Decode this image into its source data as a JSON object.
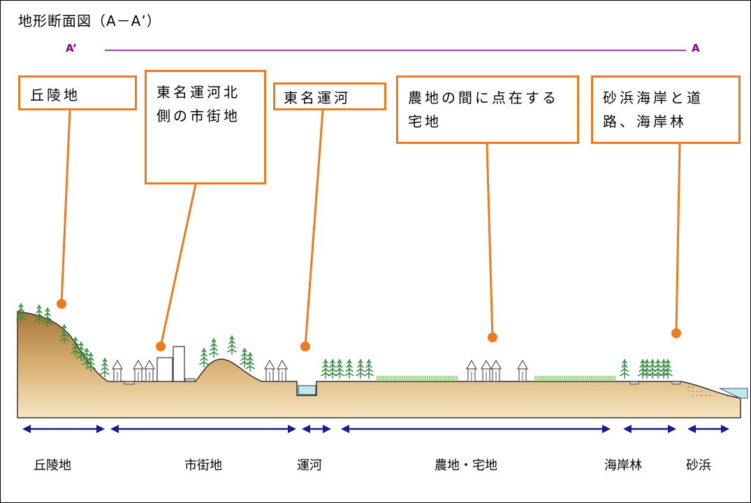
{
  "title": "地形断面図（A－A’）",
  "section_line": {
    "left_label": "A’",
    "right_label": "A",
    "color": "#800080"
  },
  "callouts": [
    {
      "id": "hills",
      "text": "丘陵地"
    },
    {
      "id": "north-city",
      "text": "東名運河北側の市街地"
    },
    {
      "id": "canal",
      "text": "東名運河"
    },
    {
      "id": "farm-houses",
      "text": "農地の間に点在する宅地"
    },
    {
      "id": "beach-road",
      "text": "砂浜海岸と道路、海岸林"
    }
  ],
  "categories": [
    "丘陵地",
    "市街地",
    "運河",
    "農地・宅地",
    "海岸林",
    "砂浜"
  ],
  "colors": {
    "callout_border": "#ee7a1c",
    "arrow": "#1a1a8c",
    "ground_top": "#a8763a",
    "ground_bottom": "#f2dcb0",
    "tree": "#2e8b3e",
    "crop": "#6fcf4f",
    "water": "#bfe6f2"
  },
  "icons": [
    "tree-icon",
    "house-icon",
    "building-icon",
    "crop-row-icon"
  ]
}
